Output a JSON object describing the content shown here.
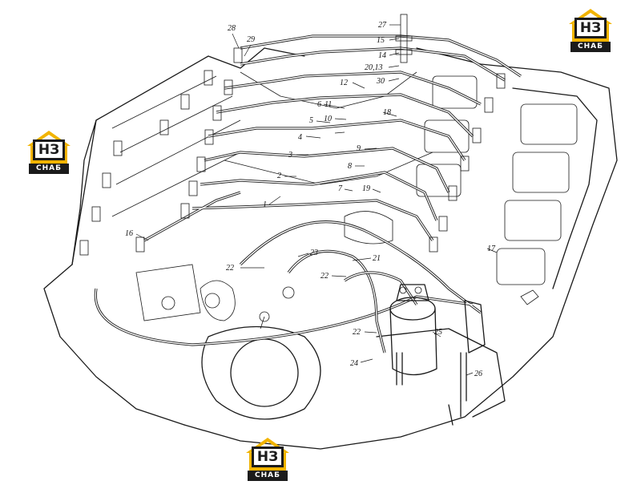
{
  "logos": [
    {
      "mark": "НЗ",
      "word": "СНАБ"
    },
    {
      "mark": "НЗ",
      "word": "СНАБ"
    },
    {
      "mark": "НЗ",
      "word": "СНАБ"
    }
  ],
  "callouts": [
    "28",
    "29",
    "27",
    "15",
    "14",
    "20,13",
    "30",
    "12",
    "6",
    "11",
    "18",
    "5",
    "10",
    "4",
    "9",
    "3",
    "8",
    "2",
    "7",
    "19",
    "1",
    "16",
    "22",
    "23",
    "21",
    "22",
    "22",
    "25",
    "24",
    "26",
    "17"
  ],
  "colors": {
    "logo_accent": "#f2b400",
    "ink": "#1a1a1a"
  }
}
